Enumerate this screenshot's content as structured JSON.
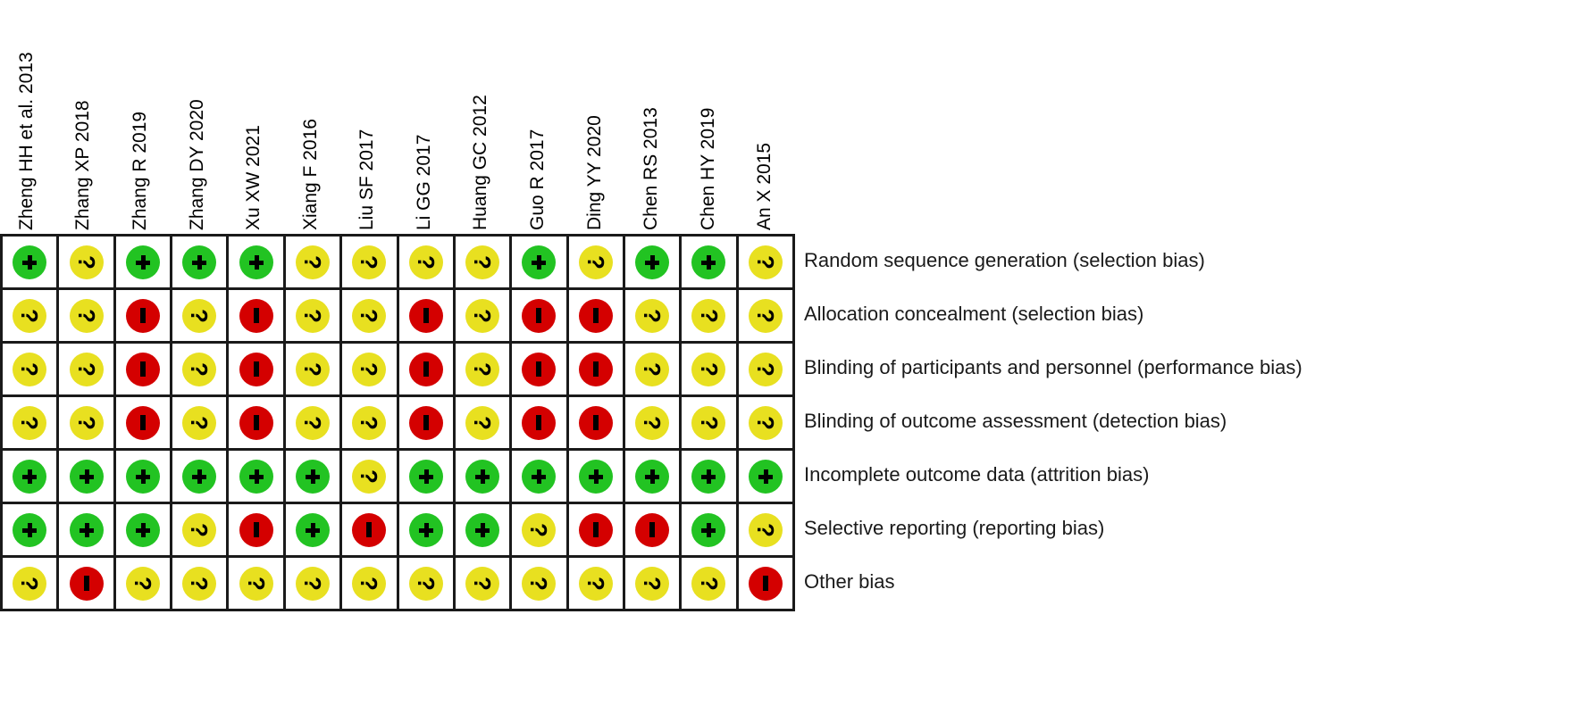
{
  "figure": {
    "type": "risk-of-bias-summary",
    "legend": {
      "low_symbol": "+",
      "unclear_symbol": "?",
      "high_symbol": "–"
    },
    "colors": {
      "low_risk": "#22c322",
      "unclear_risk": "#e8e020",
      "high_risk": "#d40000",
      "grid_line": "#1a1a1a",
      "background": "#ffffff",
      "text": "#1a1a1a"
    }
  },
  "studies": [
    "Zheng HH et al. 2013",
    "Zhang XP 2018",
    "Zhang R 2019",
    "Zhang DY 2020",
    "Xu XW 2021",
    "Xiang F 2016",
    "Liu SF 2017",
    "Li GG 2017",
    "Huang GC 2012",
    "Guo R 2017",
    "Ding YY 2020",
    "Chen RS 2013",
    "Chen HY 2019",
    "An X 2015"
  ],
  "domains": [
    "Random sequence generation (selection bias)",
    "Allocation concealment (selection bias)",
    "Blinding of participants and personnel (performance bias)",
    "Blinding of outcome assessment (detection bias)",
    "Incomplete outcome data (attrition bias)",
    "Selective reporting (reporting bias)",
    "Other bias"
  ],
  "chart_data": {
    "type": "heatmap",
    "title": "",
    "xlabel": "",
    "ylabel": "",
    "categories": [
      "Zheng HH et al. 2013",
      "Zhang XP 2018",
      "Zhang R 2019",
      "Zhang DY 2020",
      "Xu XW 2021",
      "Xiang F 2016",
      "Liu SF 2017",
      "Li GG 2017",
      "Huang GC 2012",
      "Guo R 2017",
      "Ding YY 2020",
      "Chen RS 2013",
      "Chen HY 2019",
      "An X 2015"
    ],
    "rows": [
      "Random sequence generation (selection bias)",
      "Allocation concealment (selection bias)",
      "Blinding of participants and personnel (performance bias)",
      "Blinding of outcome assessment (detection bias)",
      "Incomplete outcome data (attrition bias)",
      "Selective reporting (reporting bias)",
      "Other bias"
    ],
    "value_levels": [
      "low",
      "unclear",
      "high"
    ],
    "legend_position": "none",
    "grid": true,
    "matrix": [
      [
        "low",
        "unclear",
        "low",
        "low",
        "low",
        "unclear",
        "unclear",
        "unclear",
        "unclear",
        "low",
        "unclear",
        "low",
        "low",
        "unclear"
      ],
      [
        "unclear",
        "unclear",
        "high",
        "unclear",
        "high",
        "unclear",
        "unclear",
        "high",
        "unclear",
        "high",
        "high",
        "unclear",
        "unclear",
        "unclear"
      ],
      [
        "unclear",
        "unclear",
        "high",
        "unclear",
        "high",
        "unclear",
        "unclear",
        "high",
        "unclear",
        "high",
        "high",
        "unclear",
        "unclear",
        "unclear"
      ],
      [
        "unclear",
        "unclear",
        "high",
        "unclear",
        "high",
        "unclear",
        "unclear",
        "high",
        "unclear",
        "high",
        "high",
        "unclear",
        "unclear",
        "unclear"
      ],
      [
        "low",
        "low",
        "low",
        "low",
        "low",
        "low",
        "unclear",
        "low",
        "low",
        "low",
        "low",
        "low",
        "low",
        "low"
      ],
      [
        "low",
        "low",
        "low",
        "unclear",
        "high",
        "low",
        "high",
        "low",
        "low",
        "unclear",
        "high",
        "high",
        "low",
        "unclear"
      ],
      [
        "unclear",
        "high",
        "unclear",
        "unclear",
        "unclear",
        "unclear",
        "unclear",
        "unclear",
        "unclear",
        "unclear",
        "unclear",
        "unclear",
        "unclear",
        "high"
      ]
    ]
  }
}
